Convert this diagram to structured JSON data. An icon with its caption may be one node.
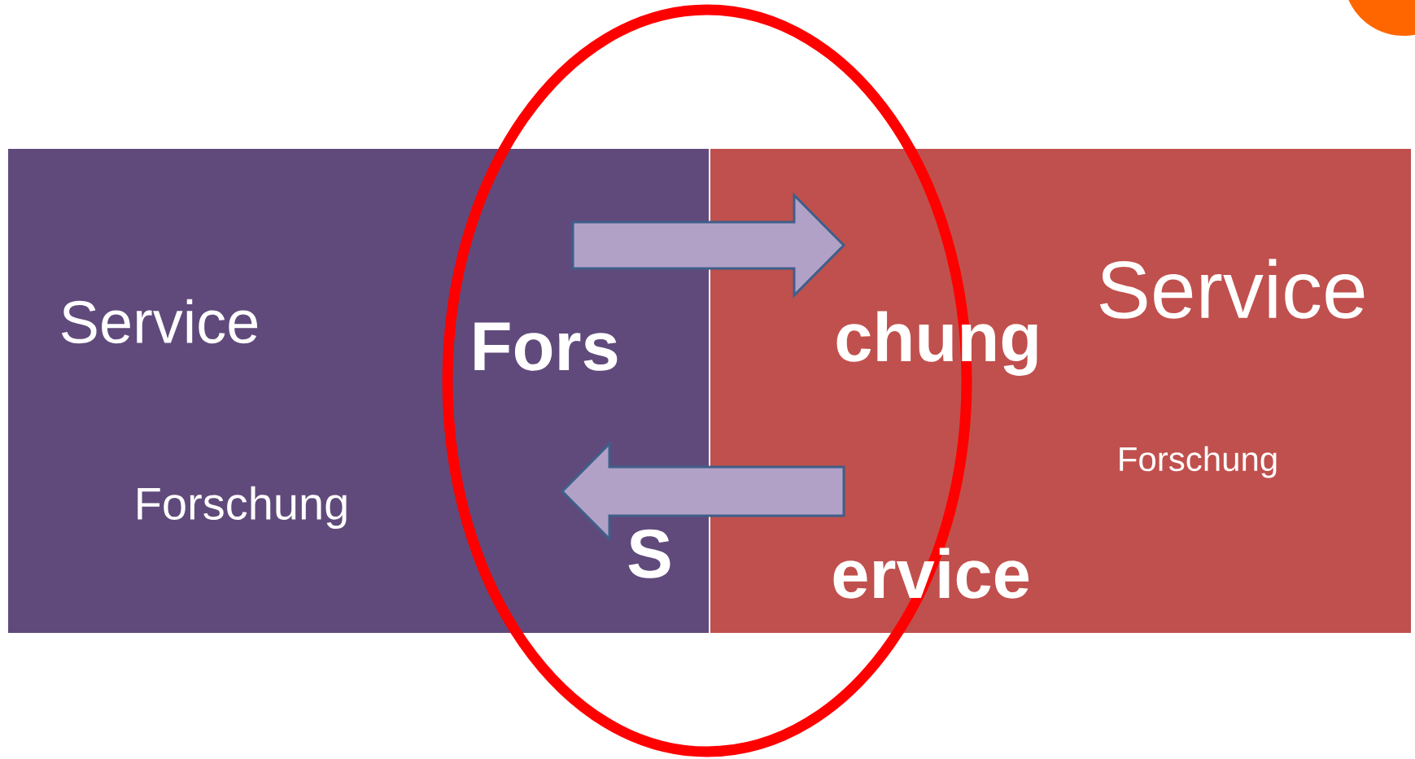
{
  "diagram": {
    "nodes": [
      {
        "text": [
          "Service",
          "Forschung"
        ]
      },
      {
        "text": [
          "Service",
          "Forschung"
        ]
      }
    ],
    "edges": [
      {
        "from": 0,
        "to": 1,
        "arrow": "to"
      },
      {
        "from": 1,
        "to": 0,
        "arrow": "to"
      }
    ],
    "labels": [
      "Fors",
      "chung",
      "S",
      "ervice"
    ]
  }
}
